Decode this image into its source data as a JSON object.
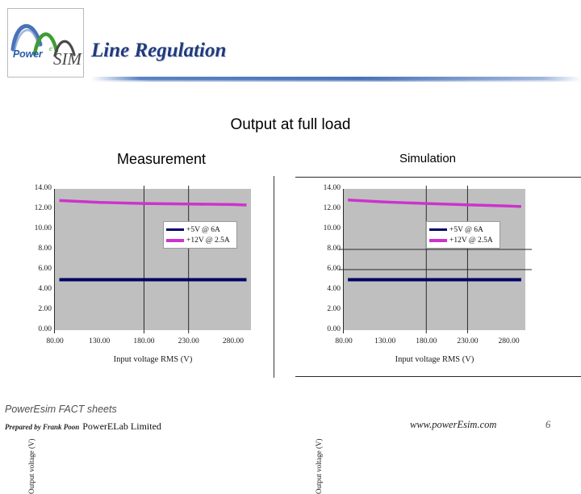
{
  "brand": {
    "logo_power": "Power",
    "logo_superscript": "e",
    "logo_sim": "SIM",
    "arc_blue": "#4a72b8",
    "arc_green": "#3f9c35",
    "arc_gray": "#4a4a4a"
  },
  "header": {
    "title": "Line Regulation",
    "title_color": "#223a7a",
    "rule_color": "#4a72b8"
  },
  "captions": {
    "main": "Output at full load",
    "left": "Measurement",
    "right": "Simulation"
  },
  "series_colors": {
    "v5": "#000066",
    "v12": "#cc33cc",
    "plot_background": "#bfbfbf",
    "axis": "#2a2a2a"
  },
  "chart_data": [
    {
      "id": "measurement",
      "type": "line",
      "title": "Measurement",
      "xlabel": "Input voltage RMS (V)",
      "ylabel": "Output voltage (V)",
      "xlim": [
        80,
        300
      ],
      "ylim": [
        0,
        14
      ],
      "xticks": [
        "80.00",
        "130.00",
        "180.00",
        "230.00",
        "280.00"
      ],
      "xtick_values": [
        80,
        130,
        180,
        230,
        280
      ],
      "yticks": [
        "14.00",
        "12.00",
        "10.00",
        "8.00",
        "6.00",
        "4.00",
        "2.00",
        "0.00"
      ],
      "ytick_values": [
        14,
        12,
        10,
        8,
        6,
        4,
        2,
        0
      ],
      "grid": false,
      "legend_position": "center",
      "series": [
        {
          "name": "+5V @ 6A",
          "color": "#000066",
          "x": [
            85,
            130,
            180,
            230,
            280,
            295
          ],
          "values": [
            5.0,
            5.0,
            5.0,
            5.0,
            5.0,
            5.0
          ]
        },
        {
          "name": "+12V @ 2.5A",
          "color": "#cc33cc",
          "x": [
            85,
            130,
            180,
            230,
            280,
            295
          ],
          "values": [
            12.85,
            12.66,
            12.55,
            12.5,
            12.45,
            12.4
          ]
        }
      ]
    },
    {
      "id": "simulation",
      "type": "line",
      "title": "Simulation",
      "xlabel": "Input voltage RMS (V)",
      "ylabel": "Output voltage (V)",
      "xlim": [
        80,
        300
      ],
      "ylim": [
        0,
        14
      ],
      "xticks": [
        "80.00",
        "130.00",
        "180.00",
        "230.00",
        "280.00"
      ],
      "xtick_values": [
        80,
        130,
        180,
        230,
        280
      ],
      "yticks": [
        "14.00",
        "12.00",
        "10.00",
        "8.00",
        "6.00",
        "4.00",
        "2.00",
        "0.00"
      ],
      "ytick_values": [
        14,
        12,
        10,
        8,
        6,
        4,
        2,
        0
      ],
      "grid": true,
      "legend_position": "center",
      "series": [
        {
          "name": "+5V @ 6A",
          "color": "#000066",
          "x": [
            85,
            130,
            180,
            230,
            280,
            295
          ],
          "values": [
            5.0,
            5.0,
            5.0,
            5.0,
            5.0,
            5.0
          ]
        },
        {
          "name": "+12V @ 2.5A",
          "color": "#cc33cc",
          "x": [
            85,
            130,
            180,
            230,
            280,
            295
          ],
          "values": [
            12.9,
            12.7,
            12.55,
            12.42,
            12.3,
            12.25
          ]
        }
      ]
    }
  ],
  "footer": {
    "line1": "PowerEsim FACT sheets",
    "prepared_by": "Prepared by Frank Poon",
    "organization": "PowerELab Limited",
    "url": "www.powerEsim.com",
    "page_number": "6"
  }
}
